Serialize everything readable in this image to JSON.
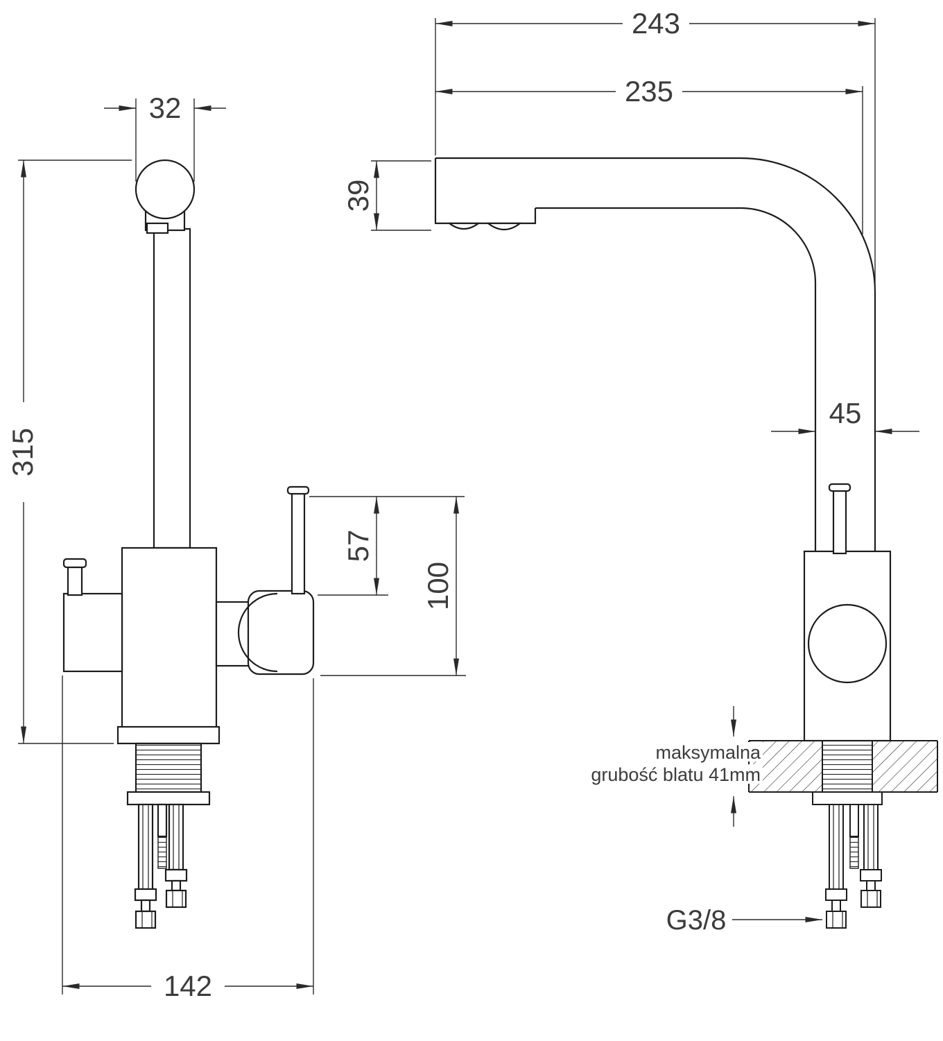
{
  "labels": {
    "dim_243": "243",
    "dim_235": "235",
    "dim_32": "32",
    "dim_39": "39",
    "dim_315": "315",
    "dim_45": "45",
    "dim_57": "57",
    "dim_100": "100",
    "dim_142": "142",
    "thread_label": "G3/8",
    "note_line1": "maksymalna",
    "note_line2": "grubość blatu 41mm"
  },
  "colors": {
    "part_line": "#1c1c1c",
    "dim_line": "#2a2a2a",
    "text": "#3c3c3c",
    "background": "#ffffff"
  }
}
